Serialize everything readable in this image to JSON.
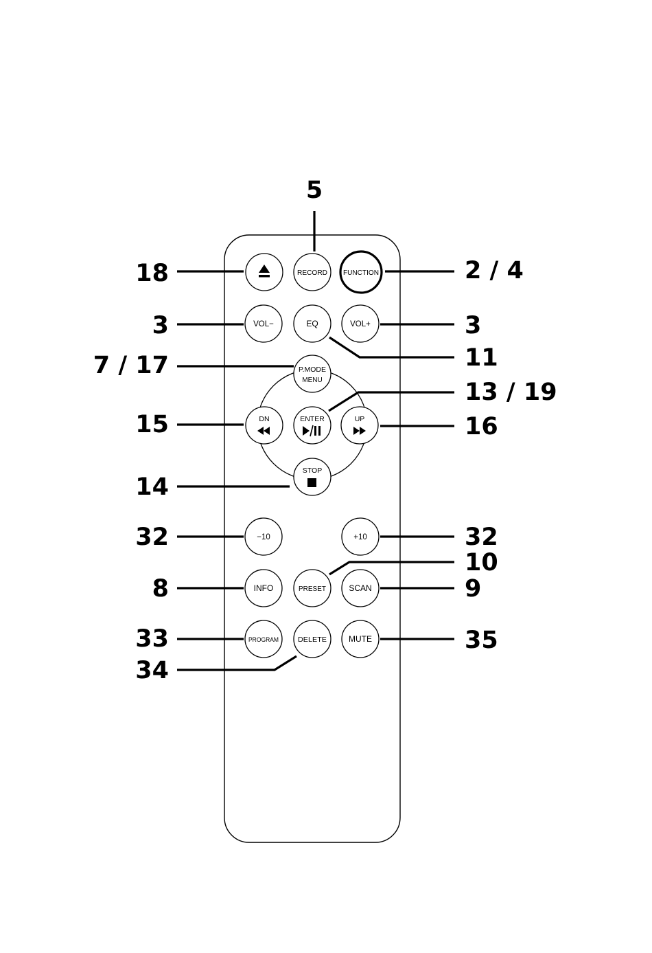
{
  "buttons": {
    "eject": {
      "icon": "eject-icon"
    },
    "record": {
      "label": "RECORD"
    },
    "function": {
      "label": "FUNCTION"
    },
    "vol_minus": {
      "label": "VOL−"
    },
    "eq": {
      "label": "EQ"
    },
    "vol_plus": {
      "label": "VOL+"
    },
    "pmode": {
      "line1": "P.MODE",
      "line2": "MENU"
    },
    "dn": {
      "label": "DN",
      "icon": "rewind-icon"
    },
    "enter": {
      "label": "ENTER",
      "icon": "play-pause-icon"
    },
    "up": {
      "label": "UP",
      "icon": "fast-forward-icon"
    },
    "stop": {
      "label": "STOP",
      "icon": "stop-icon"
    },
    "minus10": {
      "label": "−10"
    },
    "plus10": {
      "label": "+10"
    },
    "info": {
      "label": "INFO"
    },
    "preset": {
      "label": "PRESET"
    },
    "scan": {
      "label": "SCAN"
    },
    "program": {
      "label": "PROGRAM"
    },
    "delete": {
      "label": "DELETE"
    },
    "mute": {
      "label": "MUTE"
    }
  },
  "callouts": {
    "record": "5",
    "eject": "18",
    "function": "2 / 4",
    "vol_minus": "3",
    "vol_plus": "3",
    "eq": "11",
    "pmode": "7 / 17",
    "enter": "13 / 19",
    "dn": "15",
    "up": "16",
    "stop": "14",
    "minus10": "32",
    "plus10": "32",
    "preset": "10",
    "info": "8",
    "scan": "9",
    "program": "33",
    "mute": "35",
    "delete": "34"
  }
}
